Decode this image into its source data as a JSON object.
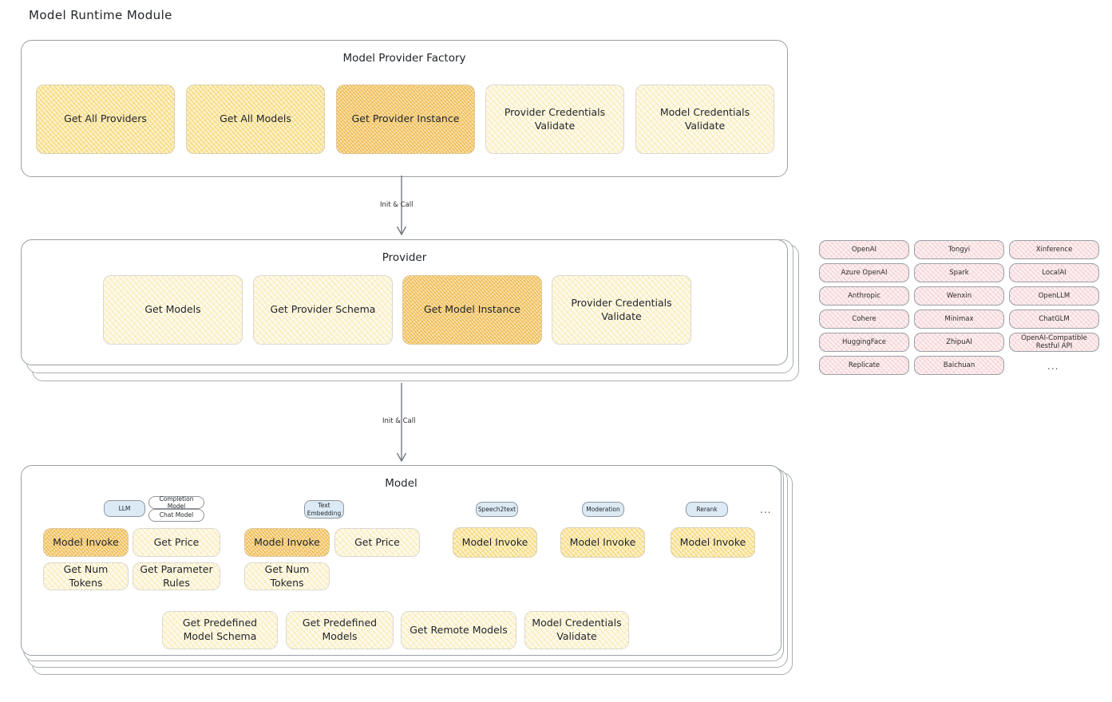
{
  "title": "Model Runtime Module",
  "colors": {
    "node_light": "#fefaea",
    "node_mid": "#fdf2c8",
    "node_hot": "#fae3b0",
    "pill_pink": "#fdf0f1",
    "badge_blue": "#dceaf6",
    "stroke": "#9aa0a6"
  },
  "factory": {
    "title": "Model Provider Factory",
    "nodes": [
      {
        "label": "Get All Providers",
        "style": "mid"
      },
      {
        "label": "Get All Models",
        "style": "mid"
      },
      {
        "label": "Get Provider Instance",
        "style": "hot"
      },
      {
        "label": "Provider Credentials Validate",
        "style": "light"
      },
      {
        "label": "Model Credentials Validate",
        "style": "light"
      }
    ]
  },
  "edges": [
    {
      "label": "Init & Call"
    },
    {
      "label": "Init & Call"
    }
  ],
  "provider": {
    "title": "Provider",
    "nodes": [
      {
        "label": "Get Models",
        "style": "light"
      },
      {
        "label": "Get Provider Schema",
        "style": "light"
      },
      {
        "label": "Get Model Instance",
        "style": "hot"
      },
      {
        "label": "Provider Credentials Validate",
        "style": "light"
      }
    ]
  },
  "provider_list": {
    "columns": [
      [
        "OpenAI",
        "Azure OpenAI",
        "Anthropic",
        "Cohere",
        "HuggingFace",
        "Replicate"
      ],
      [
        "Tongyi",
        "Spark",
        "Wenxin",
        "Minimax",
        "ZhipuAI",
        "Baichuan"
      ],
      [
        "Xinference",
        "LocalAI",
        "OpenLLM",
        "ChatGLM",
        "OpenAI-Compatible Restful API"
      ]
    ],
    "more": "..."
  },
  "model": {
    "title": "Model",
    "more": "...",
    "groups": [
      {
        "badge": "LLM",
        "sub_badges": [
          "Completion Model",
          "Chat Model"
        ],
        "nodes": [
          {
            "label": "Model Invoke",
            "style": "hot"
          },
          {
            "label": "Get Price",
            "style": "light"
          },
          {
            "label": "Get Num Tokens",
            "style": "light"
          },
          {
            "label": "Get Parameter Rules",
            "style": "light"
          }
        ]
      },
      {
        "badge": "Text Embedding",
        "sub_badges": [],
        "nodes": [
          {
            "label": "Model Invoke",
            "style": "hot"
          },
          {
            "label": "Get Price",
            "style": "light"
          },
          {
            "label": "Get Num Tokens",
            "style": "light"
          }
        ]
      },
      {
        "badge": "Speech2text",
        "sub_badges": [],
        "nodes": [
          {
            "label": "Model Invoke",
            "style": "mid"
          }
        ]
      },
      {
        "badge": "Moderation",
        "sub_badges": [],
        "nodes": [
          {
            "label": "Model Invoke",
            "style": "mid"
          }
        ]
      },
      {
        "badge": "Rerank",
        "sub_badges": [],
        "nodes": [
          {
            "label": "Model Invoke",
            "style": "mid"
          }
        ]
      }
    ],
    "shared_nodes": [
      {
        "label": "Get Predefined Model Schema",
        "style": "light"
      },
      {
        "label": "Get Predefined Models",
        "style": "light"
      },
      {
        "label": "Get Remote Models",
        "style": "light"
      },
      {
        "label": "Model Credentials Validate",
        "style": "light"
      }
    ]
  }
}
